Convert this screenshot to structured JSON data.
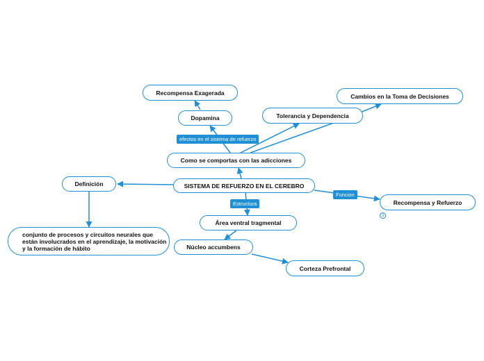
{
  "map": {
    "central": "SISTEMA DE REFUERZO EN EL CEREBRO",
    "nodes": {
      "adicciones": "Como se comportas con las adicciones",
      "dopamina": "Dopamina",
      "recompensa_exagerada": "Recompensa Exagerada",
      "tolerancia": "Tolerancia y Dependencia",
      "cambios": "Cambios en la Toma de Decisiones",
      "definicion": "Definición",
      "definicion_texto": "conjunto de procesos y circuitos neurales que están involucrados en el aprendizaje, la motivación y la formación de hábito",
      "recompensa_refuerzo": "Recompensa y Refuerzo",
      "area_ventral": "Área ventral tragmental",
      "nucleo": "Núcleo accumbens",
      "corteza": "Corteza Prefrontal"
    },
    "labels": {
      "efectos": "efectos en el sistema de refuerzo",
      "estructura": "Estructura",
      "funcion": "Funcion"
    },
    "badge": "3"
  },
  "colors": {
    "accent": "#1f8fd6"
  }
}
